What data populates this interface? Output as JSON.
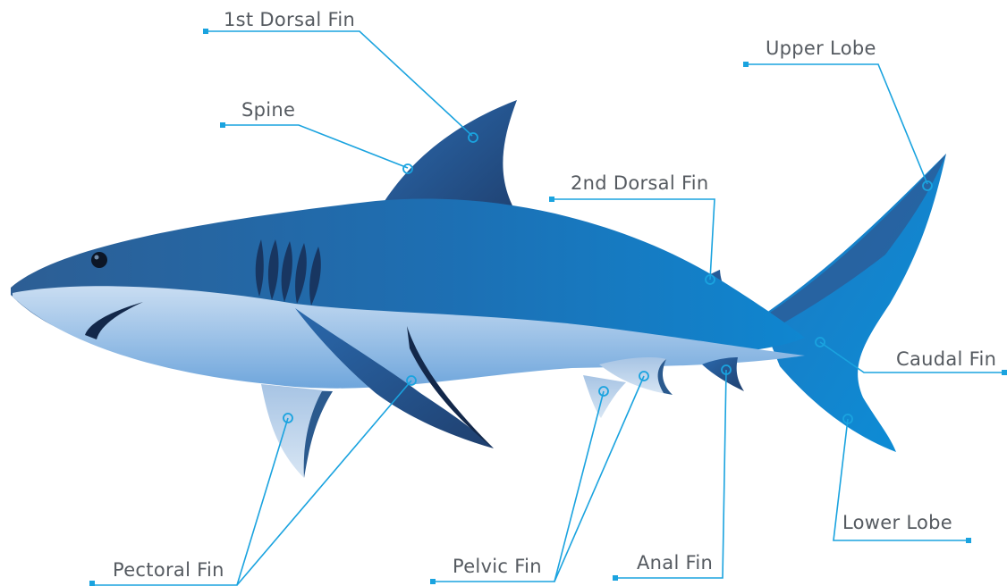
{
  "labels": {
    "first_dorsal_fin": "1st Dorsal Fin",
    "spine": "Spine",
    "upper_lobe": "Upper Lobe",
    "second_dorsal_fin": "2nd Dorsal Fin",
    "caudal_fin": "Caudal Fin",
    "lower_lobe": "Lower Lobe",
    "anal_fin": "Anal Fin",
    "pelvic_fin": "Pelvic Fin",
    "pectoral_fin": "Pectoral Fin"
  },
  "colors": {
    "leader_line": "#1aa3df",
    "label_text": "#555a60",
    "shark_dark": "#2b5a8e",
    "shark_mid": "#1e7bc0",
    "belly_light": "#a9c8e8"
  }
}
